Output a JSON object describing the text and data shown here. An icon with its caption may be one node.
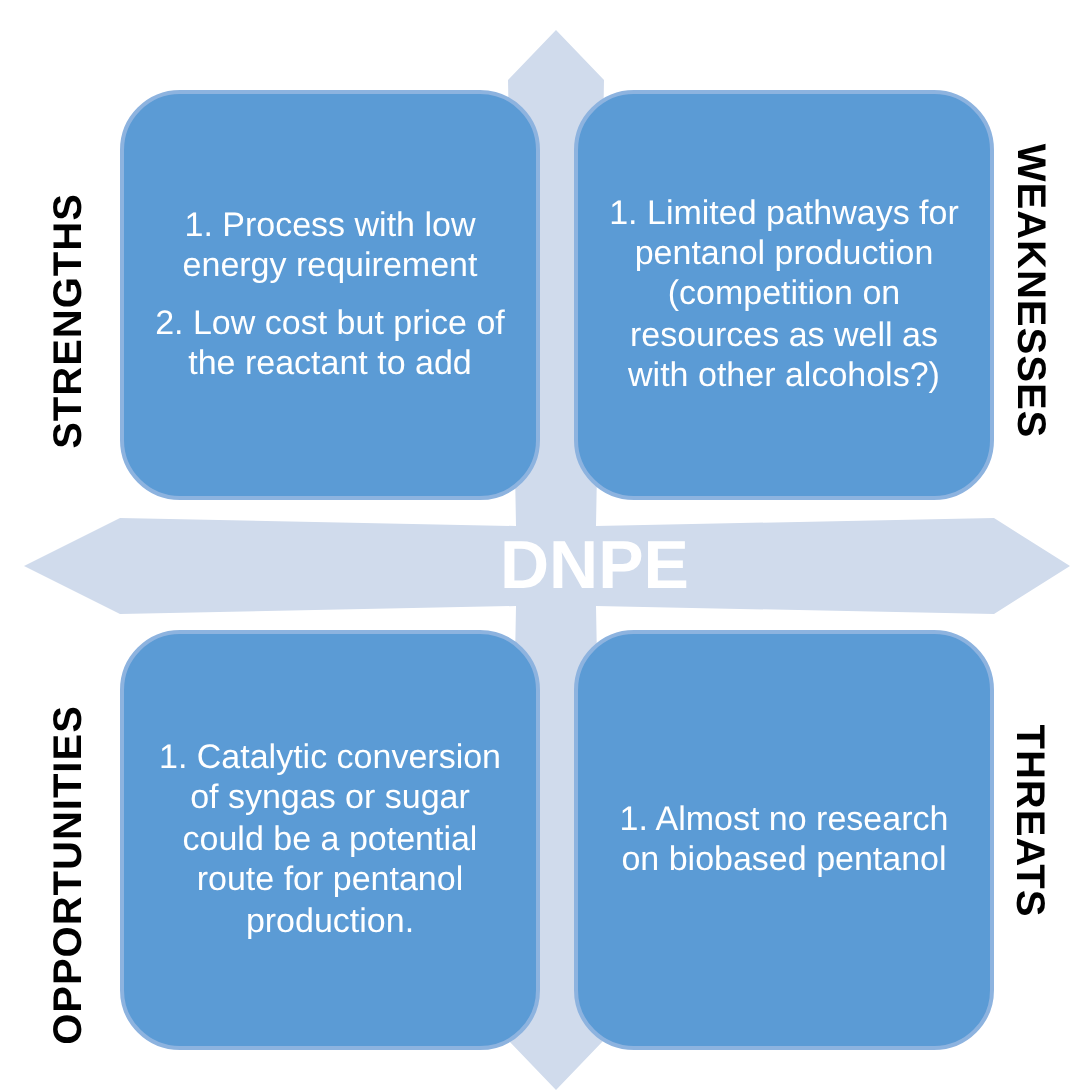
{
  "diagram": {
    "nodes": [
      {
        "text": [
          "DNPE"
        ]
      },
      {
        "text": [
          "STRENGTHS",
          "1. Process with low energy requirement",
          "2. Low cost but price of the reactant to add"
        ]
      },
      {
        "text": [
          "WEAKNESSES",
          "1. Limited pathways for pentanol production (competition on resources as well as with other alcohols?)"
        ]
      },
      {
        "text": [
          "OPPORTUNITIES",
          "1. Catalytic conversion of syngas or sugar could be a potential route for pentanol production."
        ]
      },
      {
        "text": [
          "THREATS",
          "1. Almost no research on biobased pentanol"
        ]
      }
    ]
  }
}
